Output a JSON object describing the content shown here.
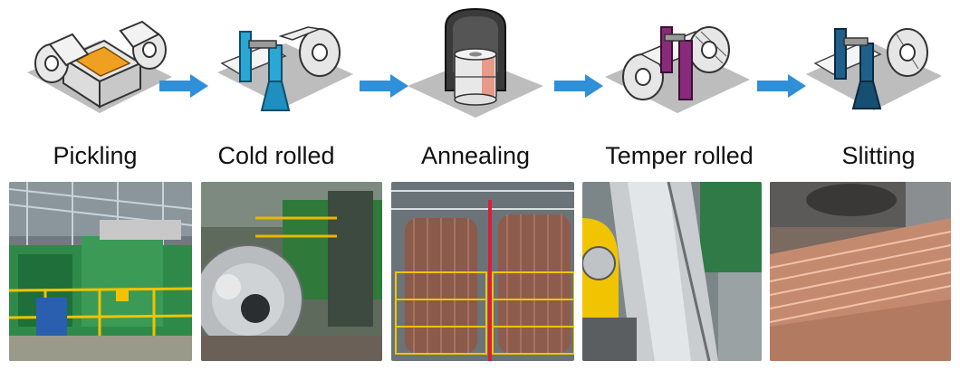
{
  "steps": [
    {
      "label": "Pickling"
    },
    {
      "label": "Cold rolled"
    },
    {
      "label": "Annealing"
    },
    {
      "label": "Temper rolled"
    },
    {
      "label": "Slitting"
    }
  ],
  "colors": {
    "arrow": "#2f8fd8",
    "pickling_accent": "#f0a020",
    "cold_rolled_accent": "#2aa7d4",
    "annealing_accent": "#e89a8a",
    "temper_rolled_accent": "#8a2a7a",
    "slitting_accent": "#1f5f8a",
    "platform": "#b8b8b8"
  }
}
